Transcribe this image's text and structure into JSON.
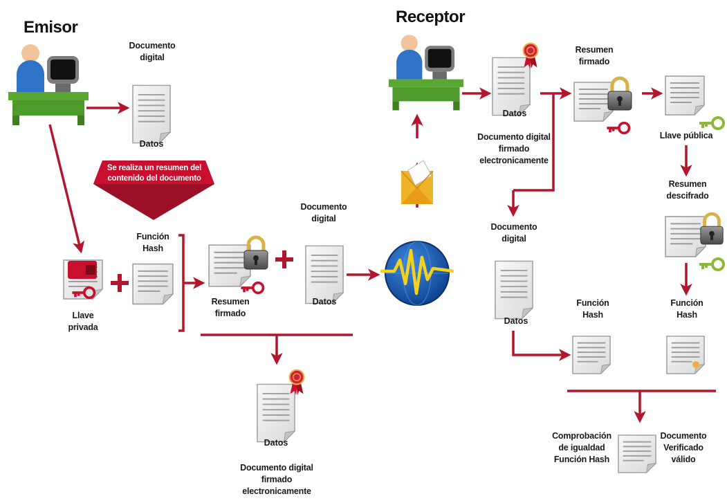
{
  "titles": {
    "emisor": "Emisor",
    "receptor": "Receptor"
  },
  "labels": {
    "doc_digital_top": "Documento digital",
    "datos": "Datos",
    "banner": "Se realiza un resumen del contenido del documento",
    "llave_privada": "Llave privada",
    "funcion_hash": "Función Hash",
    "resumen_firmado": "Resumen firmado",
    "doc_digital_mid": "Documento digital",
    "doc_firmado_bottom": "Documento digital firmado electronicamente",
    "doc_firmado_receptor": "Documento digital firmado electronicamente",
    "resumen_firmado_receptor": "Resumen firmado",
    "llave_publica": "Llave pública",
    "resumen_descifrado": "Resumen descifrado",
    "doc_digital_receptor": "Documento digital",
    "funcion_hash_receptor_a": "Función Hash",
    "funcion_hash_receptor_b": "Función Hash",
    "comprobacion": "Comprobación de igualdad Función Hash",
    "doc_verificado": "Documento Verificado válido"
  },
  "colors": {
    "arrow": "#b3162c",
    "desk": "#4f9a2c",
    "person": "#2f73c9",
    "paper": "#eeeeee",
    "lock": "#d8b243",
    "envelope": "#f0b42a",
    "globe": "#1b5fb8"
  },
  "icons": [
    "computer-user-icon",
    "document-icon",
    "lock-icon",
    "key-icon",
    "usb-key-icon",
    "seal-icon",
    "envelope-icon",
    "globe-signal-icon"
  ]
}
